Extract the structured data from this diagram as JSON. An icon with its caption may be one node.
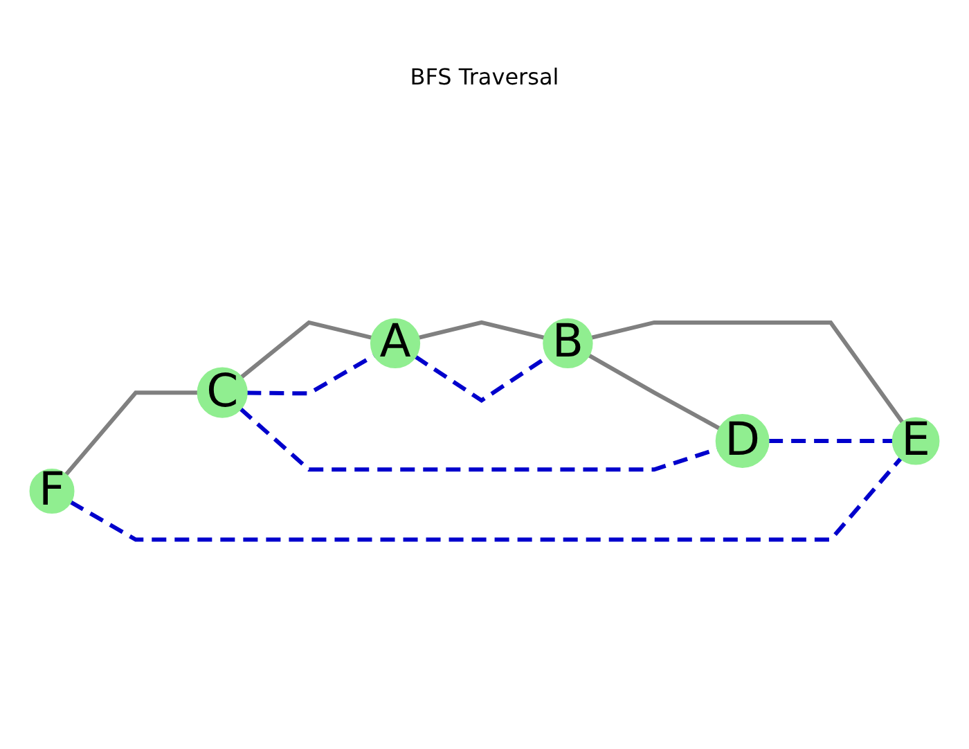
{
  "diagram": {
    "title": "BFS Traversal",
    "nodes": [
      {
        "text": [
          "A"
        ]
      },
      {
        "text": [
          "B"
        ]
      },
      {
        "text": [
          "C"
        ]
      },
      {
        "text": [
          "D"
        ]
      },
      {
        "text": [
          "E"
        ]
      },
      {
        "text": [
          "F"
        ]
      }
    ],
    "edges": [
      {
        "from": 0,
        "to": 1,
        "arrow": "none"
      },
      {
        "from": 2,
        "to": 0,
        "arrow": "none"
      },
      {
        "from": 1,
        "to": 3,
        "arrow": "none"
      },
      {
        "from": 1,
        "to": 4,
        "arrow": "none"
      },
      {
        "from": 5,
        "to": 2,
        "arrow": "none"
      },
      {
        "from": 0,
        "to": 1,
        "arrow": "none",
        "style": "dashed",
        "color": "#0000cc"
      },
      {
        "from": 2,
        "to": 0,
        "arrow": "none",
        "style": "dashed",
        "color": "#0000cc"
      },
      {
        "from": 2,
        "to": 3,
        "arrow": "none",
        "style": "dashed",
        "color": "#0000cc"
      },
      {
        "from": 3,
        "to": 4,
        "arrow": "none",
        "style": "dashed",
        "color": "#0000cc"
      },
      {
        "from": 5,
        "to": 4,
        "arrow": "none",
        "style": "dashed",
        "color": "#0000cc"
      }
    ]
  }
}
